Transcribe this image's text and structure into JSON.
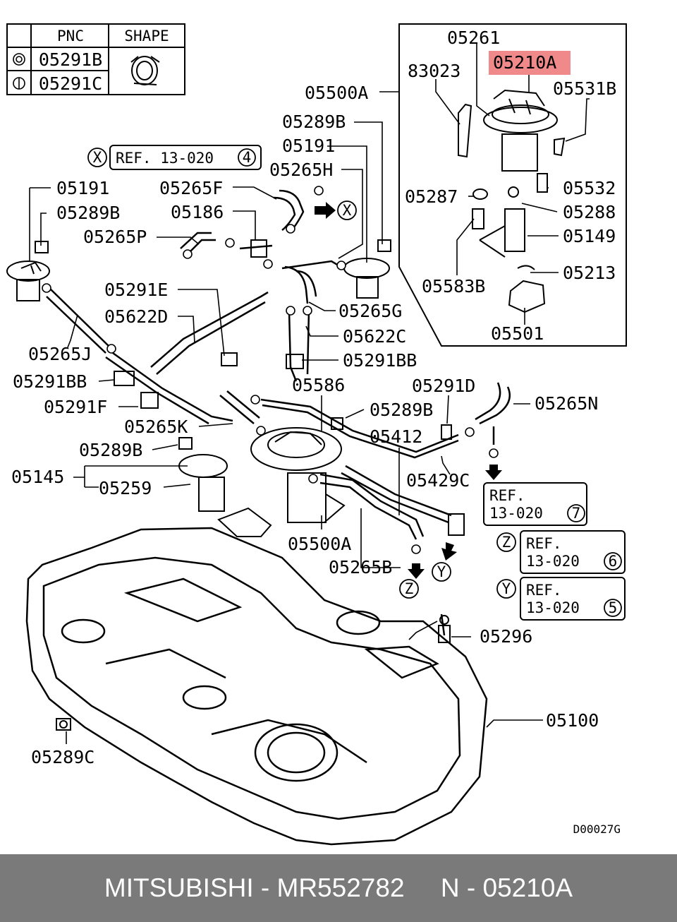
{
  "legend": {
    "col_pnc": "PNC",
    "col_shape": "SHAPE",
    "row1_pnc": "05291B",
    "row2_pnc": "05291C"
  },
  "labels": {
    "l05261": "05261",
    "l05210A_top": "05210A",
    "l83023": "83023",
    "l05500A_top": "05500A",
    "l05531B": "05531B",
    "l05289B_a": "05289B",
    "l05191_a": "05191",
    "l05265H": "05265H",
    "ref_x_text": "REF. 13-020",
    "ref_x_num": "4",
    "marker_x": "X",
    "l05191_b": "05191",
    "l05265F": "05265F",
    "l05287": "05287",
    "l05532": "05532",
    "l05186": "05186",
    "l05289B_b": "05289B",
    "l05288": "05288",
    "l05265P": "05265P",
    "l05149": "05149",
    "l05213": "05213",
    "l05583B": "05583B",
    "l05291E": "05291E",
    "l05265G": "05265G",
    "l05622D": "05622D",
    "l05622C": "05622C",
    "l05501": "05501",
    "l05265J": "05265J",
    "l05291BB_a": "05291BB",
    "l05291BB_b": "05291BB",
    "l05586": "05586",
    "l05291D": "05291D",
    "l05265N": "05265N",
    "l05291F": "05291F",
    "l05289B_c": "05289B",
    "l05265K": "05265K",
    "l05412": "05412",
    "l05289B_d": "05289B",
    "l05429C": "05429C",
    "l05145": "05145",
    "l05259": "05259",
    "ref7_a": "REF.",
    "ref7_b": "13-020",
    "ref7_num": "7",
    "l05500A_b": "05500A",
    "ref6_letter": "Z",
    "ref6_a": "REF.",
    "ref6_b": "13-020",
    "ref6_num": "6",
    "l05265B": "05265B",
    "marker_z": "Z",
    "marker_y": "Y",
    "ref5_letter": "Y",
    "ref5_a": "REF.",
    "ref5_b": "13-020",
    "ref5_num": "5",
    "l05296": "05296",
    "l05100": "05100",
    "l05289C": "05289C",
    "diagram_code": "D00027G"
  },
  "colors": {
    "highlight": "#f08a8a",
    "footer_bg": "#7a7a7a"
  },
  "footer": {
    "text": "MITSUBISHI - MR552782     N - 05210A"
  }
}
